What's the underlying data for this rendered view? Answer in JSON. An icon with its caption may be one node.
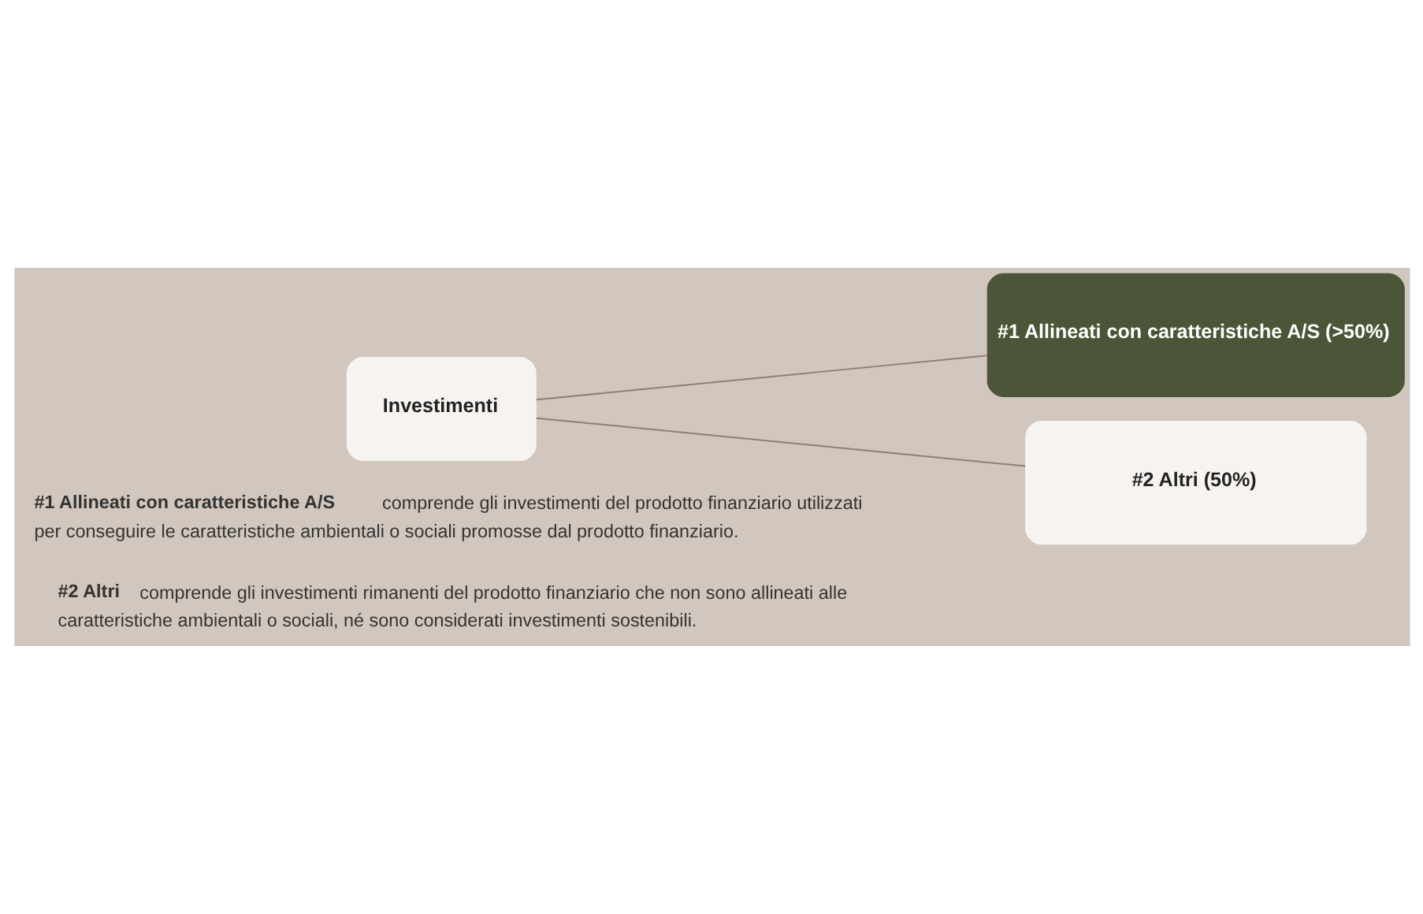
{
  "diagram": {
    "nodes": [
      {
        "text": [
          "Investimenti"
        ]
      },
      {
        "text": [
          "#1 Allineati con caratteristiche A/S (>50%)"
        ]
      },
      {
        "text": [
          "#2 Altri (50%)"
        ]
      }
    ],
    "edges": [
      {
        "from": 0,
        "to": 1,
        "arrow": "none"
      },
      {
        "from": 0,
        "to": 2,
        "arrow": "none"
      }
    ],
    "labels": [
      "**#1 Allineati con caratteristiche A/S** comprende gli investimenti del prodotto finanziario utilizzati per conseguire le caratteristiche ambientali o sociali promosse dal prodotto finanziario.",
      "**#2 Altri** comprende gli investimenti rimanenti del prodotto finanziario che non sono allineati alle caratteristiche ambientali o sociali, né sono considerati investimenti sostenibili."
    ]
  }
}
